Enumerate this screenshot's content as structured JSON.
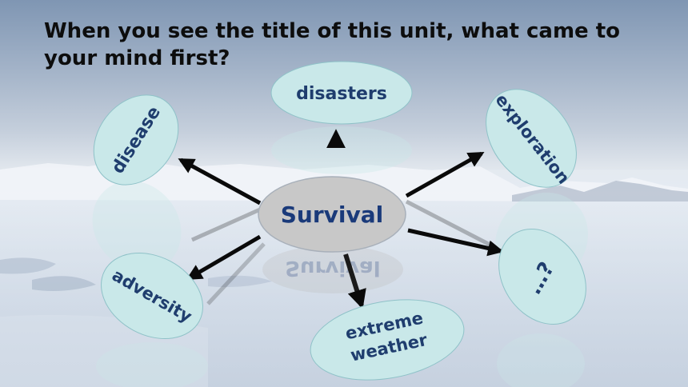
{
  "slide": {
    "question": "When you see the title of this unit, what came to your mind first?"
  },
  "mindmap": {
    "center": "Survival",
    "nodes": {
      "disasters": "disasters",
      "disease": "disease",
      "exploration": "exploration",
      "adversity": "adversity",
      "extreme_line1": "extreme",
      "extreme_line2": "weather",
      "unknown": "…?"
    }
  },
  "colors": {
    "oval_fill": "#c9e8e9",
    "center_fill": "#c8c8c8",
    "arrow": "#0a0a0a",
    "label_text": "#1f3d6e"
  }
}
